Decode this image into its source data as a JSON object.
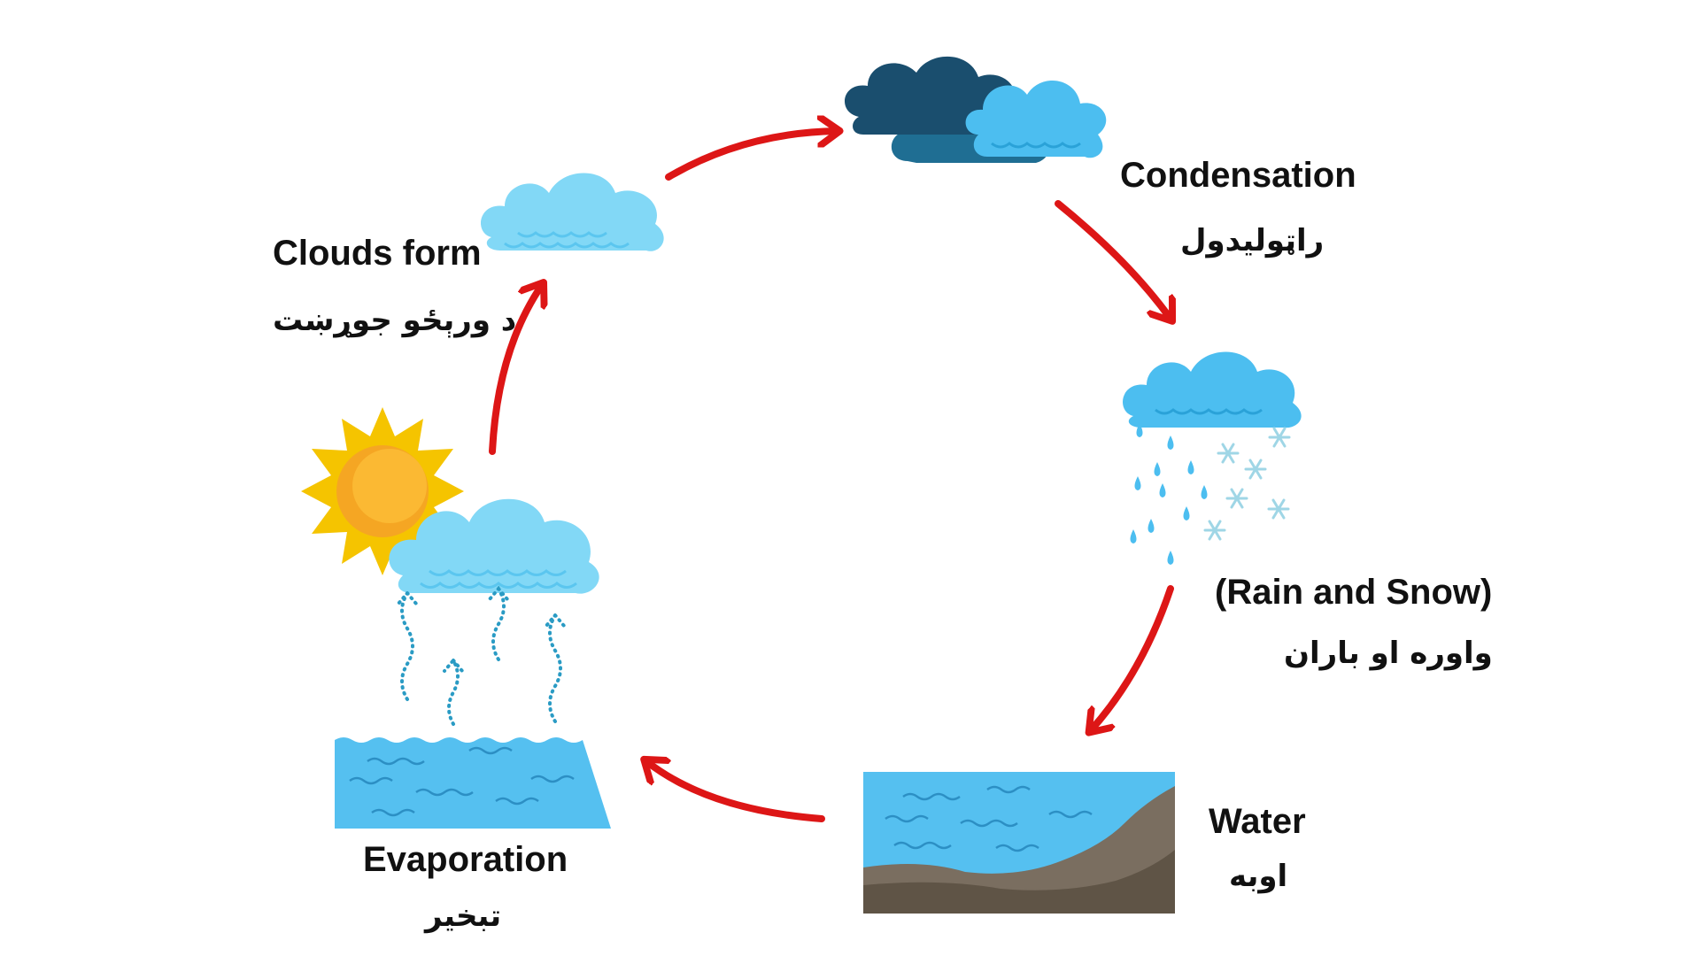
{
  "stages": {
    "clouds_form": {
      "title": "Clouds form",
      "subtitle": "د ورېځو جوړښت"
    },
    "condensation": {
      "title": "Condensation",
      "subtitle": "راټولیدول"
    },
    "precipitation": {
      "title": "(Rain and Snow)",
      "subtitle": "واوره او باران"
    },
    "water": {
      "title": "Water",
      "subtitle": "اوبه"
    },
    "evaporation": {
      "title": "Evaporation",
      "subtitle": "تبخیر"
    }
  },
  "colors": {
    "arrow": "#dd1616",
    "cloud_light": "#82d8f6",
    "cloud_mid": "#4cbef0",
    "cloud_dark": "#1a5a7a",
    "water": "#55c0f0",
    "ground": "#7a6e60",
    "sun": "#f5c400"
  },
  "icons": [
    "sun-icon",
    "cloud-icon",
    "rain-icon",
    "snowflake-icon",
    "evaporation-arrow-icon",
    "water-icon"
  ]
}
